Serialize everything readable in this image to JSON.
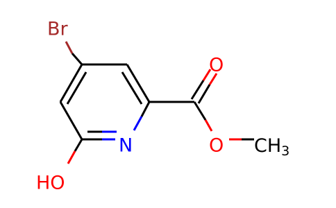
{
  "molecule": {
    "atoms": [
      {
        "id": "br",
        "element": "Br",
        "label": "Br",
        "color": "#a52a2a"
      },
      {
        "id": "n",
        "element": "N",
        "label": "N",
        "color": "#0000ff"
      },
      {
        "id": "oh",
        "element": "O",
        "label": "HO",
        "color": "#ff0000"
      },
      {
        "id": "o1",
        "element": "O",
        "label": "O",
        "color": "#ff0000"
      },
      {
        "id": "o2",
        "element": "O",
        "label": "O",
        "color": "#ff0000"
      },
      {
        "id": "ch3",
        "element": "C",
        "label": "CH",
        "subscript": "3",
        "color": "#000000"
      }
    ],
    "colors": {
      "carbon_bond": "#000000",
      "nitrogen": "#0000ff",
      "oxygen": "#ff0000",
      "bromine": "#a52a2a",
      "background": "#ffffff"
    }
  }
}
